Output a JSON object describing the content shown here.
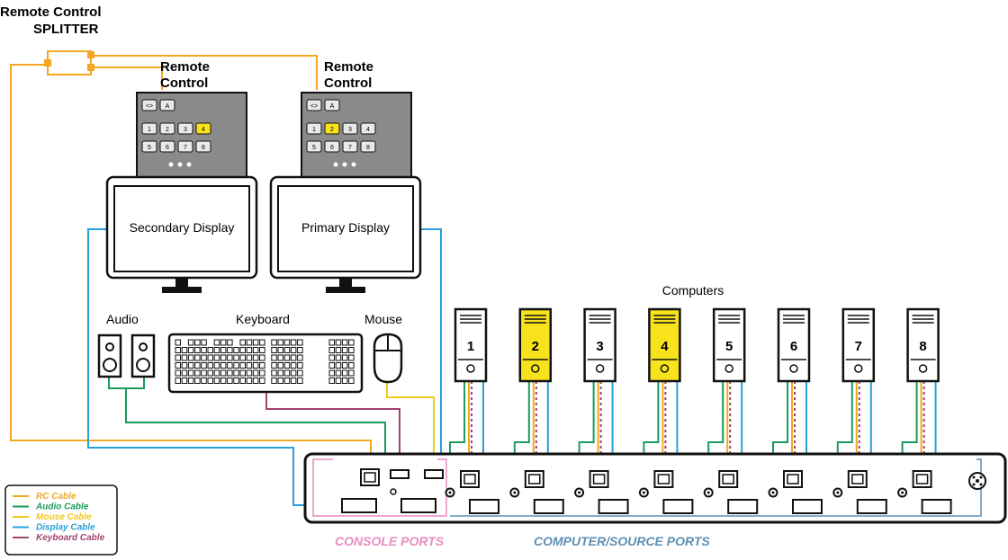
{
  "labels": {
    "splitter_line1": "Remote Control",
    "splitter_line2": "SPLITTER",
    "remote1_line1": "Remote",
    "remote1_line2": "Control",
    "remote2_line1": "Remote",
    "remote2_line2": "Control",
    "secondary_display": "Secondary Display",
    "primary_display": "Primary Display",
    "computers": "Computers",
    "audio": "Audio",
    "keyboard": "Keyboard",
    "mouse": "Mouse",
    "console_ports": "CONSOLE PORTS",
    "source_ports": "COMPUTER/SOURCE PORTS"
  },
  "remote_buttons": {
    "top": [
      "<>",
      "A"
    ],
    "row1": [
      "1",
      "2",
      "3",
      "4"
    ],
    "row2": [
      "5",
      "6",
      "7",
      "8"
    ]
  },
  "remote1_selected": "4",
  "remote2_selected": "2",
  "computers": [
    {
      "label": "1",
      "selected": false
    },
    {
      "label": "2",
      "selected": true
    },
    {
      "label": "3",
      "selected": false
    },
    {
      "label": "4",
      "selected": true
    },
    {
      "label": "5",
      "selected": false
    },
    {
      "label": "6",
      "selected": false
    },
    {
      "label": "7",
      "selected": false
    },
    {
      "label": "8",
      "selected": false
    }
  ],
  "legend": [
    {
      "label": "RC Cable",
      "color": "#f5a623"
    },
    {
      "label": "Audio Cable",
      "color": "#1a9c5a"
    },
    {
      "label": "Mouse Cable",
      "color": "#f2c81b"
    },
    {
      "label": "Display Cable",
      "color": "#2a9fd8"
    },
    {
      "label": "Keyboard Cable",
      "color": "#a0436e"
    }
  ],
  "colors": {
    "rc": "#f5a623",
    "audio": "#1a9c5a",
    "mouse": "#f2c81b",
    "display": "#2a9fd8",
    "keyboard": "#a0436e",
    "highlight": "#f7e21b",
    "remote_body": "#8a8a8a",
    "console_ports_label": "#e88cc0",
    "source_ports_label": "#5d8fb4"
  }
}
